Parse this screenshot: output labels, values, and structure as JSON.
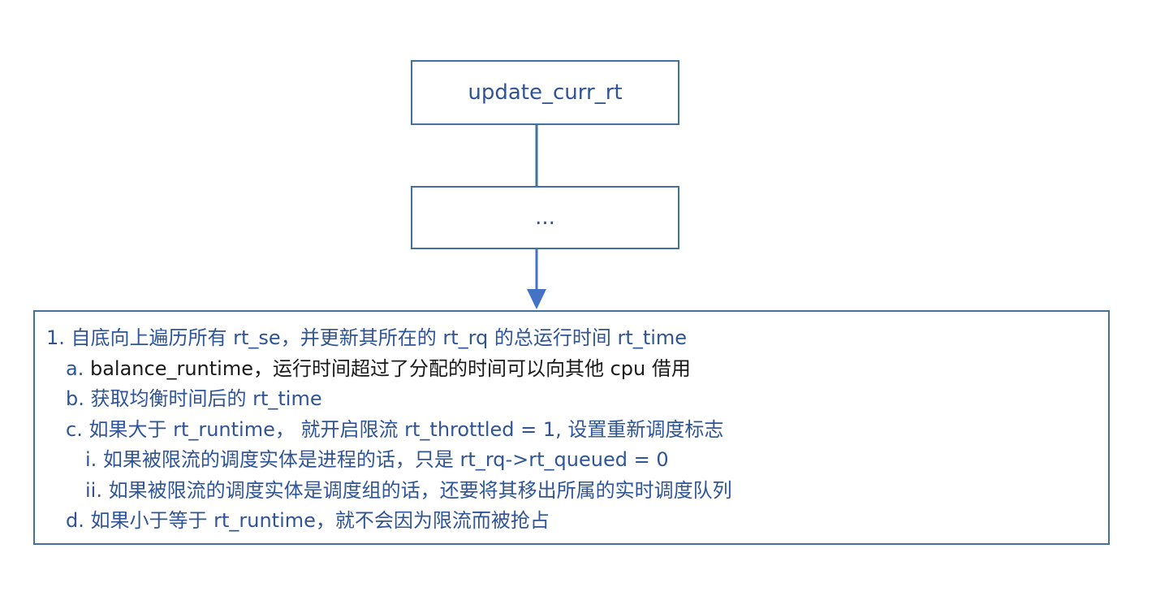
{
  "colors": {
    "border": "#41719c",
    "text_blue": "#2f5597",
    "text_dark": "#1a1a1a",
    "arrow": "#4472c4"
  },
  "nodes": {
    "top": "update_curr_rt",
    "middle": "..."
  },
  "details": {
    "line1": "1. 自底向上遍历所有 rt_se，并更新其所在的 rt_rq 的总运行时间 rt_time",
    "line2_prefix": "a. ",
    "line2_text": "balance_runtime，运行时间超过了分配的时间可以向其他 cpu 借用",
    "line3": "b. 获取均衡时间后的 rt_time",
    "line4": "c. 如果大于 rt_runtime，  就开启限流 rt_throttled = 1, 设置重新调度标志",
    "line5": "i. 如果被限流的调度实体是进程的话，只是 rt_rq->rt_queued = 0",
    "line6": "ii. 如果被限流的调度实体是调度组的话，还要将其移出所属的实时调度队列",
    "line7": "d. 如果小于等于 rt_runtime，就不会因为限流而被抢占"
  }
}
